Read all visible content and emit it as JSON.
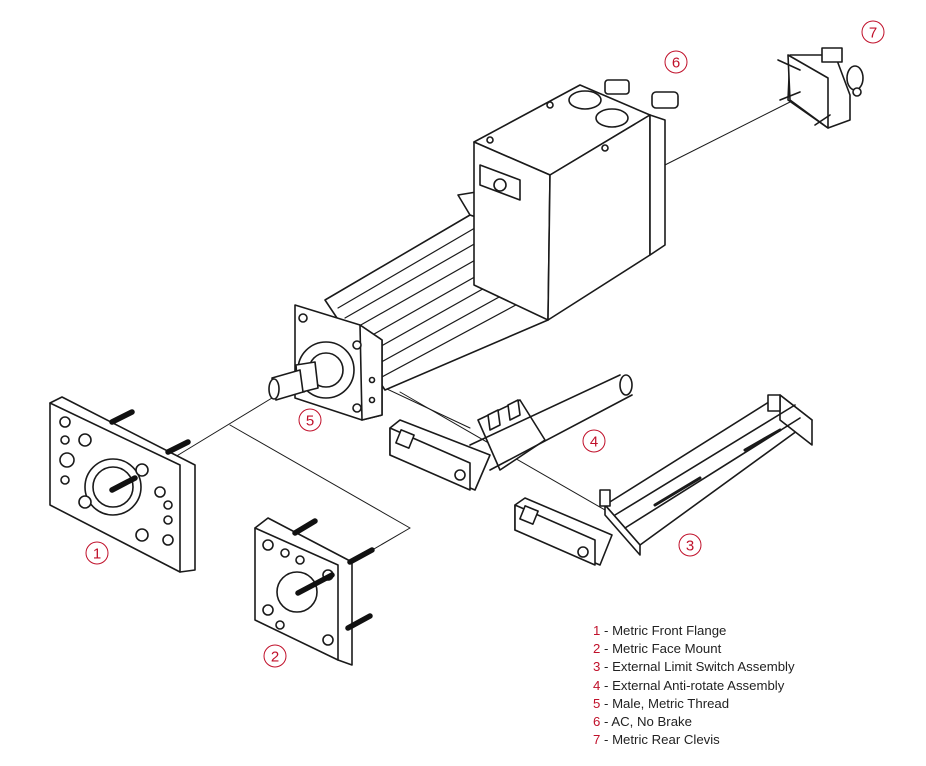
{
  "colors": {
    "accent": "#c0102a",
    "line": "#1a1a1a",
    "text": "#222222"
  },
  "callouts": [
    "1",
    "2",
    "3",
    "4",
    "5",
    "6",
    "7"
  ],
  "legend": [
    {
      "num": "1",
      "text": " - Metric Front Flange"
    },
    {
      "num": "2",
      "text": " - Metric Face Mount"
    },
    {
      "num": "3",
      "text": " - External Limit Switch Assembly"
    },
    {
      "num": "4",
      "text": " - External Anti-rotate Assembly"
    },
    {
      "num": "5",
      "text": " - Male, Metric Thread"
    },
    {
      "num": "6",
      "text": " - AC, No Brake"
    },
    {
      "num": "7",
      "text": " - Metric Rear Clevis"
    }
  ]
}
